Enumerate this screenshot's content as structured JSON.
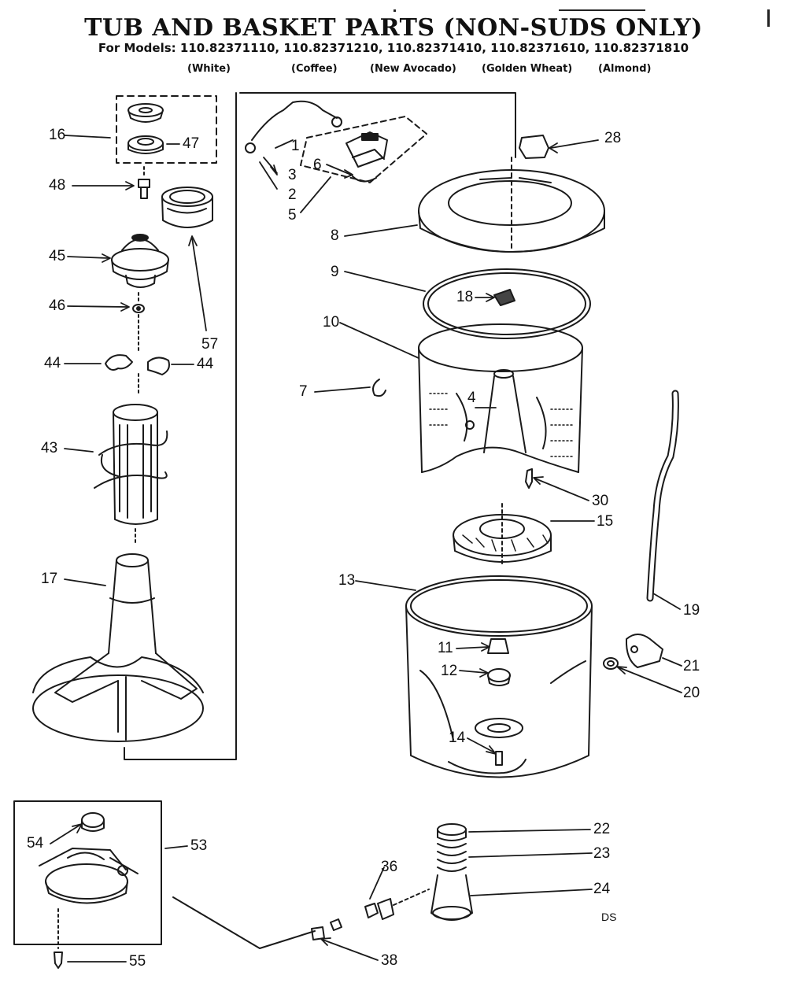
{
  "header": {
    "title": "TUB AND BASKET PARTS (NON-SUDS ONLY)",
    "models_line": "For Models: 110.82371110, 110.82371210, 110.82371410, 110.82371610, 110.82371810",
    "colors": [
      "(White)",
      "(Coffee)",
      "(New Avocado)",
      "(Golden Wheat)",
      "(Almond)"
    ]
  },
  "callouts": {
    "p1": "1",
    "p2": "2",
    "p3": "3",
    "p4": "4",
    "p5": "5",
    "p6": "6",
    "p7": "7",
    "p8": "8",
    "p9": "9",
    "p10": "10",
    "p11": "11",
    "p12": "12",
    "p13": "13",
    "p14": "14",
    "p15": "15",
    "p16": "16",
    "p17": "17",
    "p18": "18",
    "p19": "19",
    "p20": "20",
    "p21": "21",
    "p22": "22",
    "p23": "23",
    "p24": "24",
    "p28": "28",
    "p30": "30",
    "p36": "36",
    "p38": "38",
    "p43": "43",
    "p44a": "44",
    "p44b": "44",
    "p45": "45",
    "p46": "46",
    "p47": "47",
    "p48": "48",
    "p53": "53",
    "p54": "54",
    "p55": "55",
    "p57": "57"
  },
  "footer_code": "DS"
}
